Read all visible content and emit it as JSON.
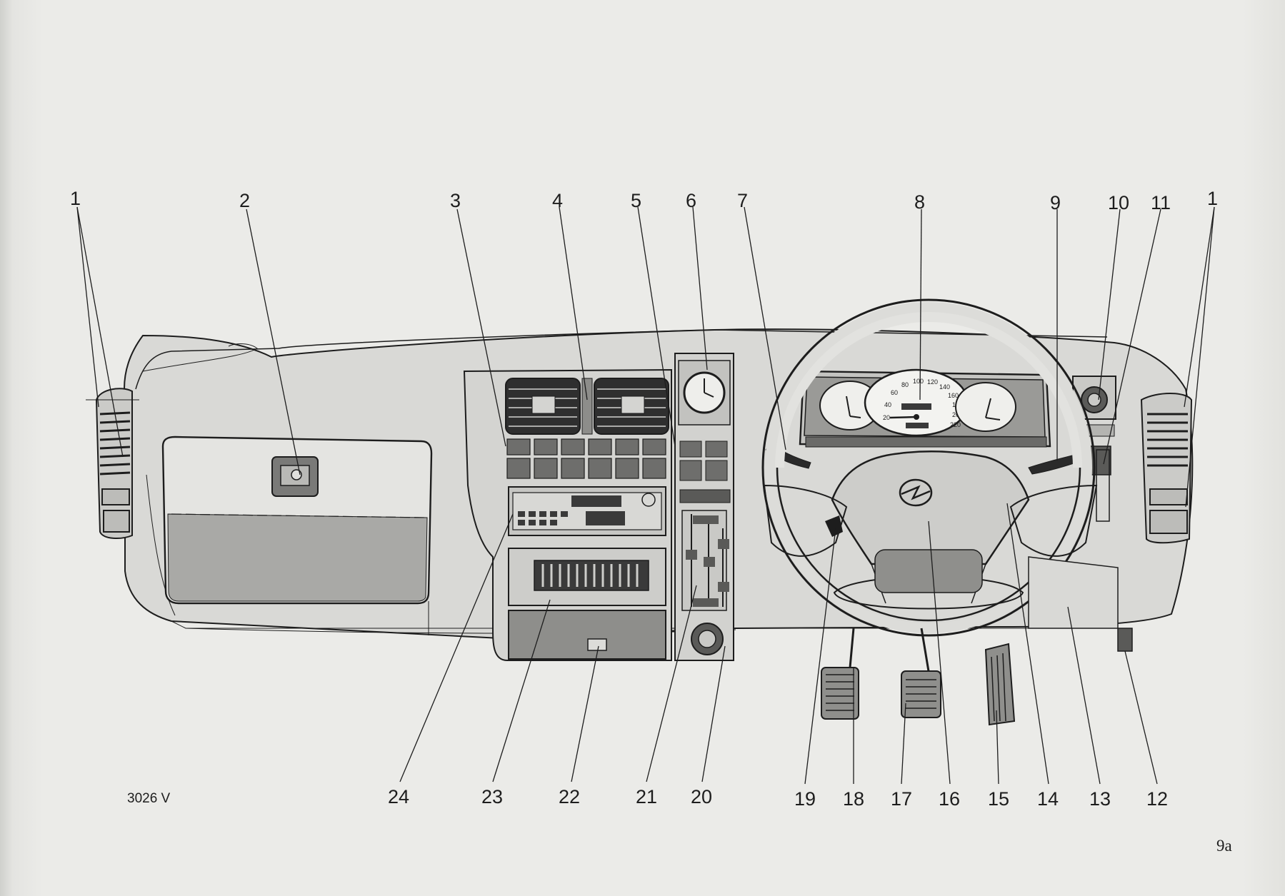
{
  "figure": {
    "code": "3026 V",
    "page_number": "9a"
  },
  "callouts": [
    {
      "id": "c1l",
      "label": "1"
    },
    {
      "id": "c2",
      "label": "2"
    },
    {
      "id": "c3",
      "label": "3"
    },
    {
      "id": "c4",
      "label": "4"
    },
    {
      "id": "c5",
      "label": "5"
    },
    {
      "id": "c6",
      "label": "6"
    },
    {
      "id": "c7",
      "label": "7"
    },
    {
      "id": "c8",
      "label": "8"
    },
    {
      "id": "c9",
      "label": "9"
    },
    {
      "id": "c10",
      "label": "10"
    },
    {
      "id": "c11",
      "label": "11"
    },
    {
      "id": "c1r",
      "label": "1"
    },
    {
      "id": "c24",
      "label": "24"
    },
    {
      "id": "c23",
      "label": "23"
    },
    {
      "id": "c22",
      "label": "22"
    },
    {
      "id": "c21",
      "label": "21"
    },
    {
      "id": "c20",
      "label": "20"
    },
    {
      "id": "c19",
      "label": "19"
    },
    {
      "id": "c18",
      "label": "18"
    },
    {
      "id": "c17",
      "label": "17"
    },
    {
      "id": "c16",
      "label": "16"
    },
    {
      "id": "c15",
      "label": "15"
    },
    {
      "id": "c14",
      "label": "14"
    },
    {
      "id": "c13",
      "label": "13"
    },
    {
      "id": "c12",
      "label": "12"
    }
  ],
  "speedometer": {
    "scale": [
      "20",
      "40",
      "60",
      "80",
      "100",
      "120",
      "140",
      "160",
      "180",
      "200",
      "220"
    ]
  }
}
